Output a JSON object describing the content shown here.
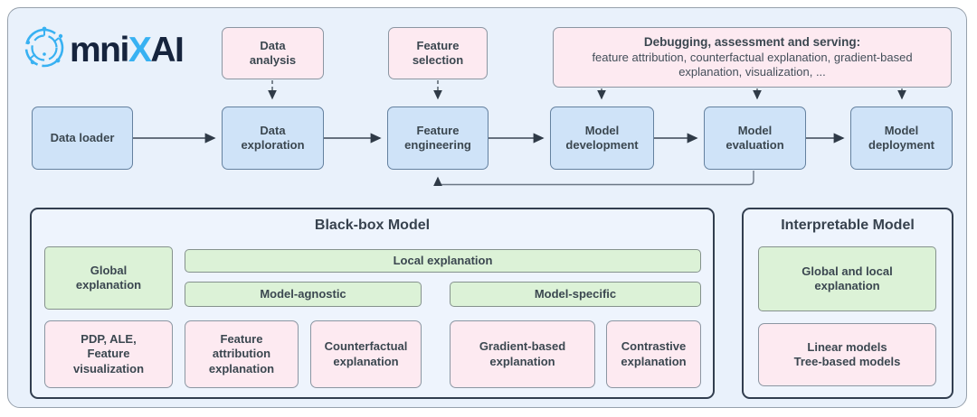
{
  "logo": {
    "icon": "omnixai-circuit-o-icon",
    "text_mni": "mni",
    "text_x": "X",
    "text_ai": "AI"
  },
  "annotations": {
    "data_analysis": "Data\nanalysis",
    "feature_selection": "Feature\nselection",
    "debugging_title": "Debugging, assessment and serving:",
    "debugging_body": "feature attribution, counterfactual explanation, gradient-based explanation, visualization, ..."
  },
  "pipeline": {
    "stages": [
      {
        "label": "Data loader"
      },
      {
        "label": "Data\nexploration"
      },
      {
        "label": "Feature\nengineering"
      },
      {
        "label": "Model\ndevelopment"
      },
      {
        "label": "Model\nevaluation"
      },
      {
        "label": "Model\ndeployment"
      }
    ]
  },
  "black_box_model": {
    "title": "Black-box Model",
    "global_explanation": "Global\nexplanation",
    "local_explanation": "Local explanation",
    "model_agnostic": "Model-agnostic",
    "model_specific": "Model-specific",
    "methods": [
      {
        "label": "PDP, ALE,\nFeature\nvisualization"
      },
      {
        "label": "Feature\nattribution\nexplanation"
      },
      {
        "label": "Counterfactual\nexplanation"
      },
      {
        "label": "Gradient-based\nexplanation"
      },
      {
        "label": "Contrastive\nexplanation"
      }
    ]
  },
  "interpretable_model": {
    "title": "Interpretable Model",
    "explanation": "Global and local\nexplanation",
    "models": "Linear models\nTree-based models"
  },
  "colors": {
    "frame_background": "#e9f1fb",
    "frame_border": "#97a1ac",
    "blue_box_fill": "#cfe3f8",
    "blue_box_border": "#64819f",
    "pink_box_fill": "#fdeaf1",
    "green_box_fill": "#dcf2d7",
    "small_box_border": "#8b96a2",
    "container_border": "#323e4f",
    "text": "#3b4750",
    "logo_dark": "#16243d",
    "logo_cyan": "#38b1f2",
    "arrow": "#37424e"
  }
}
